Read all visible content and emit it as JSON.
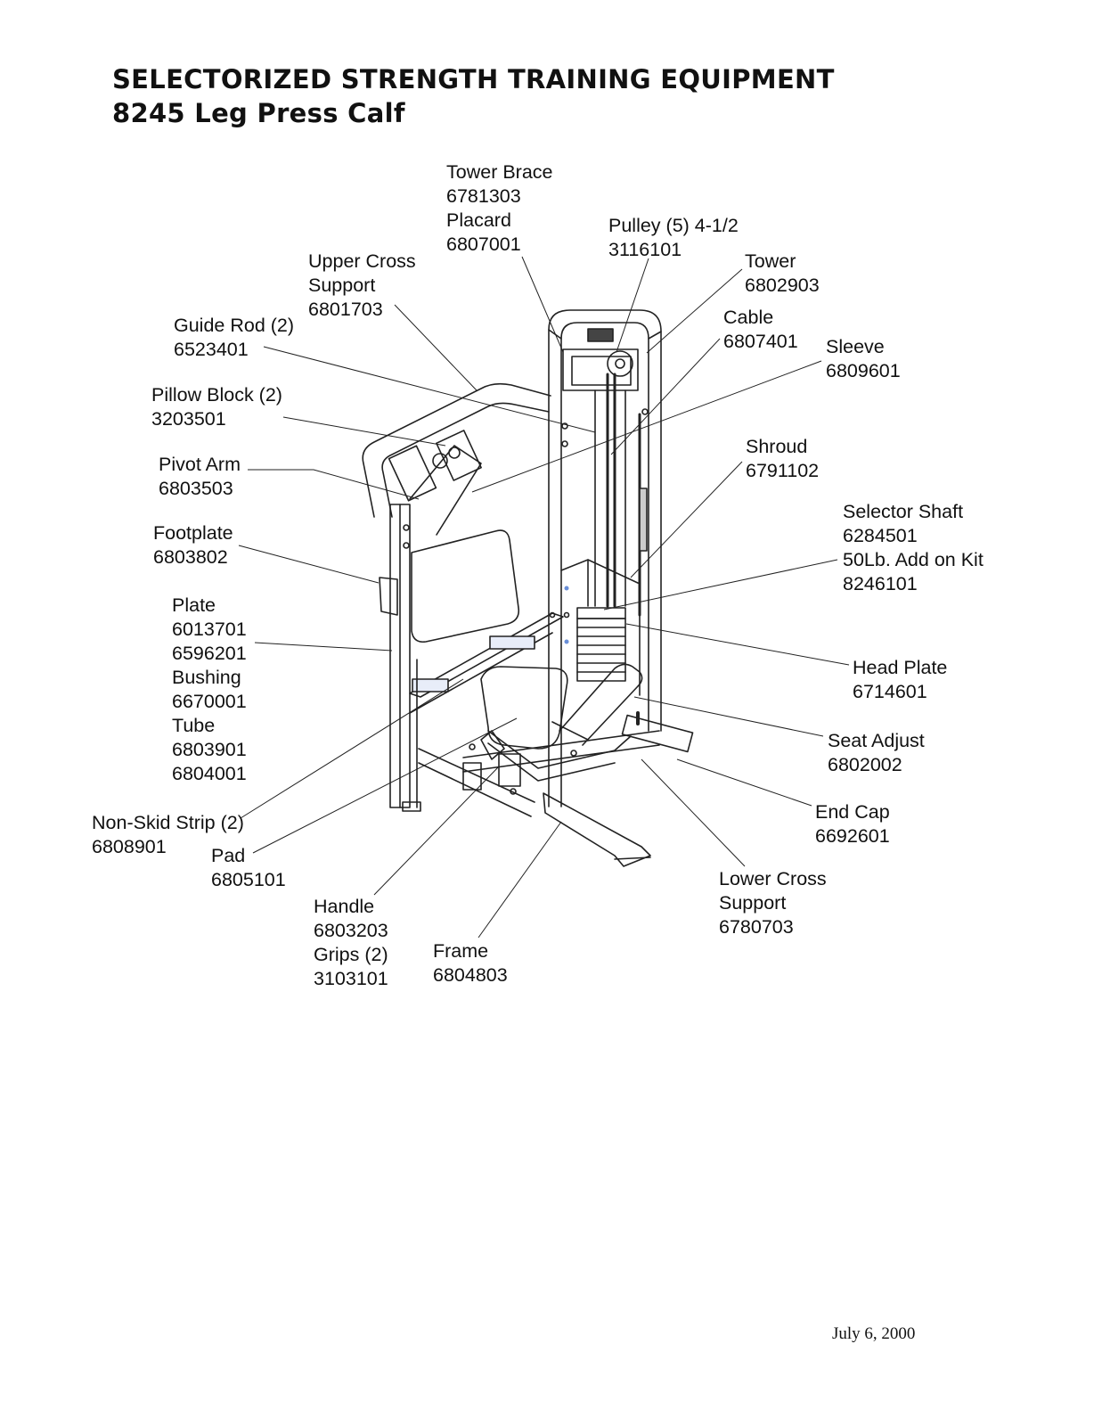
{
  "header": {
    "title": "SELECTORIZED STRENGTH TRAINING EQUIPMENT",
    "subtitle": "8245 Leg Press Calf"
  },
  "callouts": [
    {
      "id": "tower-brace",
      "lines": [
        "Tower Brace",
        "6781303",
        "Placard",
        "6807001"
      ]
    },
    {
      "id": "pulley",
      "lines": [
        "Pulley (5) 4-1/2",
        "3116101"
      ]
    },
    {
      "id": "upper-cross-support",
      "lines": [
        "Upper Cross",
        "Support",
        "6801703"
      ]
    },
    {
      "id": "tower",
      "lines": [
        "Tower",
        "6802903"
      ]
    },
    {
      "id": "cable",
      "lines": [
        "Cable",
        "6807401"
      ]
    },
    {
      "id": "guide-rod",
      "lines": [
        "Guide Rod (2)",
        "6523401"
      ]
    },
    {
      "id": "sleeve",
      "lines": [
        "Sleeve",
        "6809601"
      ]
    },
    {
      "id": "pillow-block",
      "lines": [
        "Pillow Block (2)",
        "3203501"
      ]
    },
    {
      "id": "shroud",
      "lines": [
        "Shroud",
        "6791102"
      ]
    },
    {
      "id": "pivot-arm",
      "lines": [
        "Pivot Arm",
        "6803503"
      ]
    },
    {
      "id": "selector-shaft",
      "lines": [
        "Selector Shaft",
        "6284501",
        "50Lb. Add on Kit",
        "8246101"
      ]
    },
    {
      "id": "footplate",
      "lines": [
        "Footplate",
        "6803802"
      ]
    },
    {
      "id": "plate",
      "lines": [
        "Plate",
        "6013701",
        "6596201",
        "Bushing",
        "6670001",
        "Tube",
        "6803901",
        "6804001"
      ]
    },
    {
      "id": "head-plate",
      "lines": [
        "Head Plate",
        "6714601"
      ]
    },
    {
      "id": "seat-adjust",
      "lines": [
        "Seat Adjust",
        "6802002"
      ]
    },
    {
      "id": "end-cap",
      "lines": [
        "End Cap",
        "6692601"
      ]
    },
    {
      "id": "non-skid-strip",
      "lines": [
        "Non-Skid Strip (2)",
        "6808901"
      ]
    },
    {
      "id": "pad",
      "lines": [
        "Pad",
        "6805101"
      ]
    },
    {
      "id": "lower-cross-support",
      "lines": [
        "Lower Cross",
        "Support",
        "6780703"
      ]
    },
    {
      "id": "handle",
      "lines": [
        "Handle",
        "6803203",
        "Grips (2)",
        "3103101"
      ]
    },
    {
      "id": "frame",
      "lines": [
        "Frame",
        "6804803"
      ]
    }
  ],
  "footer": {
    "date": "July 6, 2000"
  }
}
